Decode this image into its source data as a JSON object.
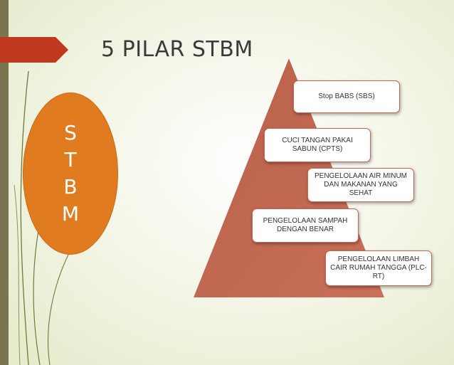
{
  "slide": {
    "title": "5 PILAR STBM",
    "acronym_letters": [
      "S",
      "T",
      "B",
      "M"
    ]
  },
  "pillars": [
    "Stop BABS (SBS)",
    "CUCI TANGAN PAKAI SABUN (CPTS)",
    "PENGELOLAAN AIR MINUM DAN MAKANAN YANG SEHAT",
    "PENGELOLAAN SAMPAH DENGAN BENAR",
    "PENGELOLAAN LIMBAH CAIR RUMAH TANGGA (PLC-RT)"
  ],
  "colors": {
    "accent_arrow": "#c0391e",
    "oval_fill": "#e07b1f",
    "pyramid_fill": "#c0654f",
    "sidebar": "#7a7550",
    "background": "#eef2dc"
  }
}
